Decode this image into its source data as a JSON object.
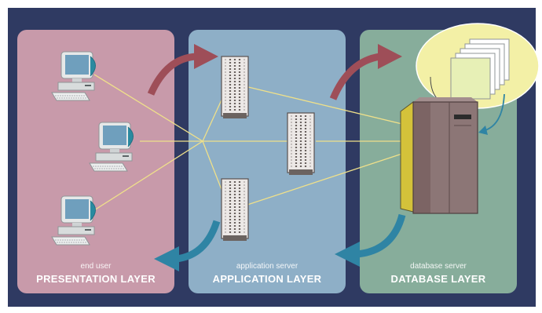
{
  "layers": [
    {
      "sub": "end user",
      "main": "PRESENTATION LAYER"
    },
    {
      "sub": "application server",
      "main": "APPLICATION LAYER"
    },
    {
      "sub": "database server",
      "main": "DATABASE LAYER"
    }
  ],
  "colors": {
    "frame": "#2f3a62",
    "presentation": "#c89aaa",
    "application": "#8eafc7",
    "database": "#87ad9b",
    "connection_line": "#efe08a",
    "flow_arrow_red": "#9e4e58",
    "flow_arrow_blue": "#2f84a4",
    "cloud": "#f3f0a6"
  },
  "icons": {
    "client": "desktop-computer-icon",
    "app_server": "server-rack-icon",
    "db_server": "mainframe-icon",
    "docs": "document-stack-icon"
  }
}
